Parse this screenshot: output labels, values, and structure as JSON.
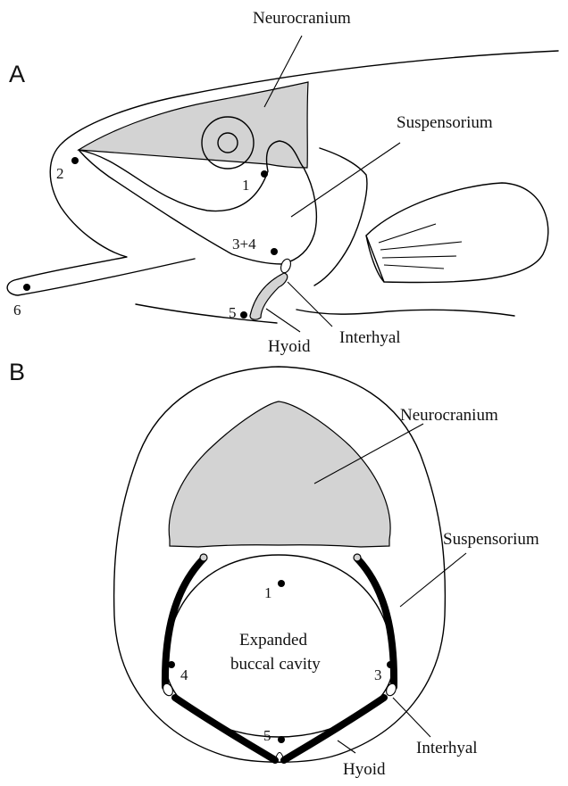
{
  "panel_a": {
    "letter": "A",
    "labels": {
      "neurocranium": "Neurocranium",
      "suspensorium": "Suspensorium",
      "interhyal": "Interhyal",
      "hyoid": "Hyoid"
    },
    "points": {
      "p1": "1",
      "p2": "2",
      "p34": "3+4",
      "p5": "5",
      "p6": "6"
    }
  },
  "panel_b": {
    "letter": "B",
    "labels": {
      "neurocranium": "Neurocranium",
      "suspensorium": "Suspensorium",
      "cavity_line1": "Expanded",
      "cavity_line2": "buccal cavity",
      "interhyal": "Interhyal",
      "hyoid": "Hyoid"
    },
    "points": {
      "p1": "1",
      "p3": "3",
      "p4": "4",
      "p5": "5"
    }
  }
}
